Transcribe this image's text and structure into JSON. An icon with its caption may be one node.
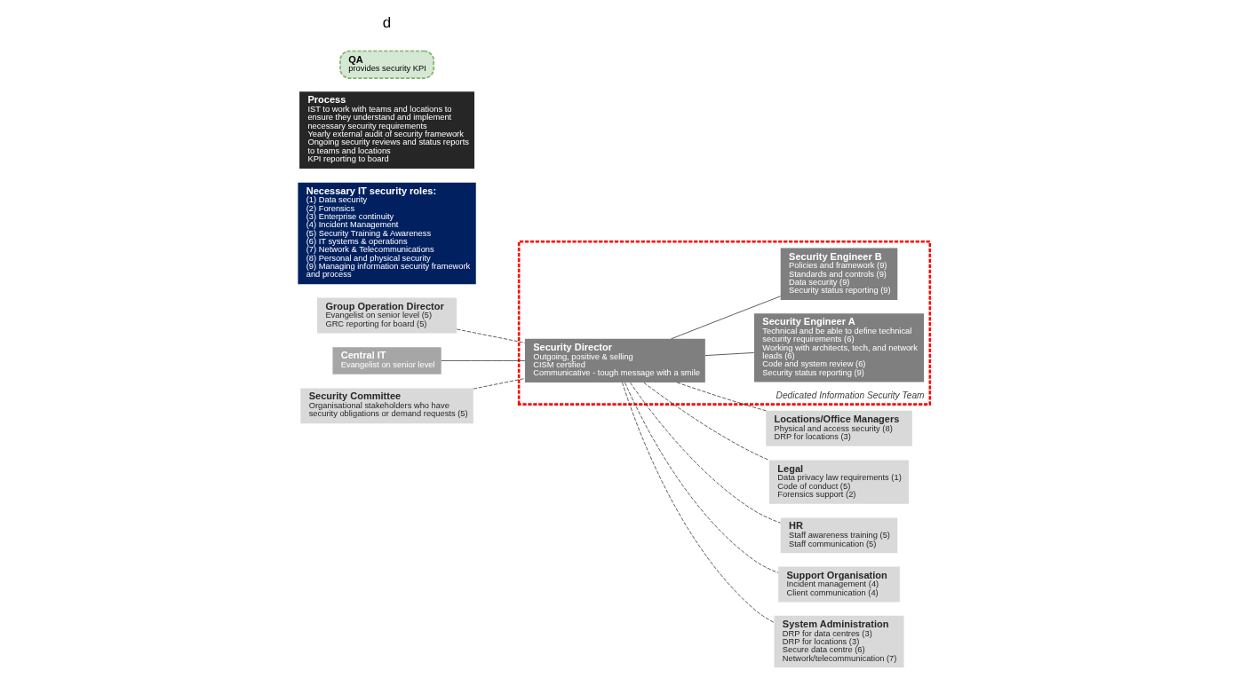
{
  "diagram": {
    "nodes": [
      {
        "text": [
          "Group Operation Director",
          "Evangelist on senior level (5)",
          "GRC reporting for board (5)"
        ]
      },
      {
        "text": [
          "Central IT",
          "Evangelist on senior level"
        ]
      },
      {
        "text": [
          "Security Committee",
          "Organisational stakeholders who have security obligations or demand requests (5)"
        ]
      },
      {
        "text": [
          "Dedicated Information Security Team"
        ]
      },
      {
        "text": [
          "Security Director",
          "Outgoing, positive & selling",
          "CISM certified",
          "Communicative - tough message with a smile"
        ],
        "in": 3
      },
      {
        "text": [
          "Security Engineer A",
          "Technical and be able to define technical security requirements (6)",
          "Working with architects, tech, and network leads (6)",
          "Code and system review (6)",
          "Security status reporting (9)"
        ],
        "in": 3
      },
      {
        "text": [
          "Security Engineer B",
          "Policies and framework (9)",
          "Standards and controls (9)",
          "Data security (9)",
          "Security status reporting (9)"
        ],
        "in": 3
      },
      {
        "text": [
          "Locations/Office Managers",
          "Physical and access security (8)",
          "DRP for locations (3)"
        ]
      },
      {
        "text": [
          "Legal",
          "Data privacy law requirements (1)",
          "Code of conduct (5)",
          "Forensics support (2)"
        ]
      },
      {
        "text": [
          "HR",
          "Staff awareness training (5)",
          "Staff communication (5)"
        ]
      },
      {
        "text": [
          "Support Organisation",
          "Incident management (4)",
          "Client communication (4)"
        ]
      },
      {
        "text": [
          "System Administration",
          "DRP for data centres (3)",
          "DRP for locations (3)",
          "Secure data centre (6)",
          "Network/telecommunication (7)"
        ]
      },
      {
        "text": [
          "Necessary IT security roles:",
          "(1) Data security",
          "(2) Forensics",
          "(3) Enterprise continuity",
          "(4) Incident Management",
          "(5) Security Training & Awareness",
          "(6) IT systems & operations",
          "(7) Network & Telecommunications",
          "(8) Personal and physical security",
          "(9) Managing information security framework and process"
        ]
      },
      {
        "text": [
          "Process",
          "IST to work with teams and locations to ensure they understand and implement necessary security requirements",
          "Yearly external audit of security framework",
          "Ongoing security reviews and status reports to teams and locations",
          "KPI reporting to board"
        ]
      },
      {
        "text": [
          "QA",
          "provides security KPI"
        ]
      }
    ],
    "edges": [
      {
        "from": 0,
        "to": 4,
        "arrow": "none",
        "style": "dashed"
      },
      {
        "from": 1,
        "to": 4,
        "arrow": "none"
      },
      {
        "from": 2,
        "to": 4,
        "arrow": "none",
        "style": "dashed"
      },
      {
        "from": 4,
        "to": 5,
        "arrow": "none"
      },
      {
        "from": 4,
        "to": 6,
        "arrow": "none"
      },
      {
        "from": 4,
        "to": 7,
        "arrow": "none",
        "style": "dashed"
      },
      {
        "from": 4,
        "to": 8,
        "arrow": "none",
        "style": "dashed"
      },
      {
        "from": 4,
        "to": 9,
        "arrow": "none",
        "style": "dashed"
      },
      {
        "from": 4,
        "to": 10,
        "arrow": "none",
        "style": "dashed"
      },
      {
        "from": 4,
        "to": 11,
        "arrow": "none",
        "style": "dashed"
      }
    ],
    "labels": [
      "d"
    ]
  }
}
